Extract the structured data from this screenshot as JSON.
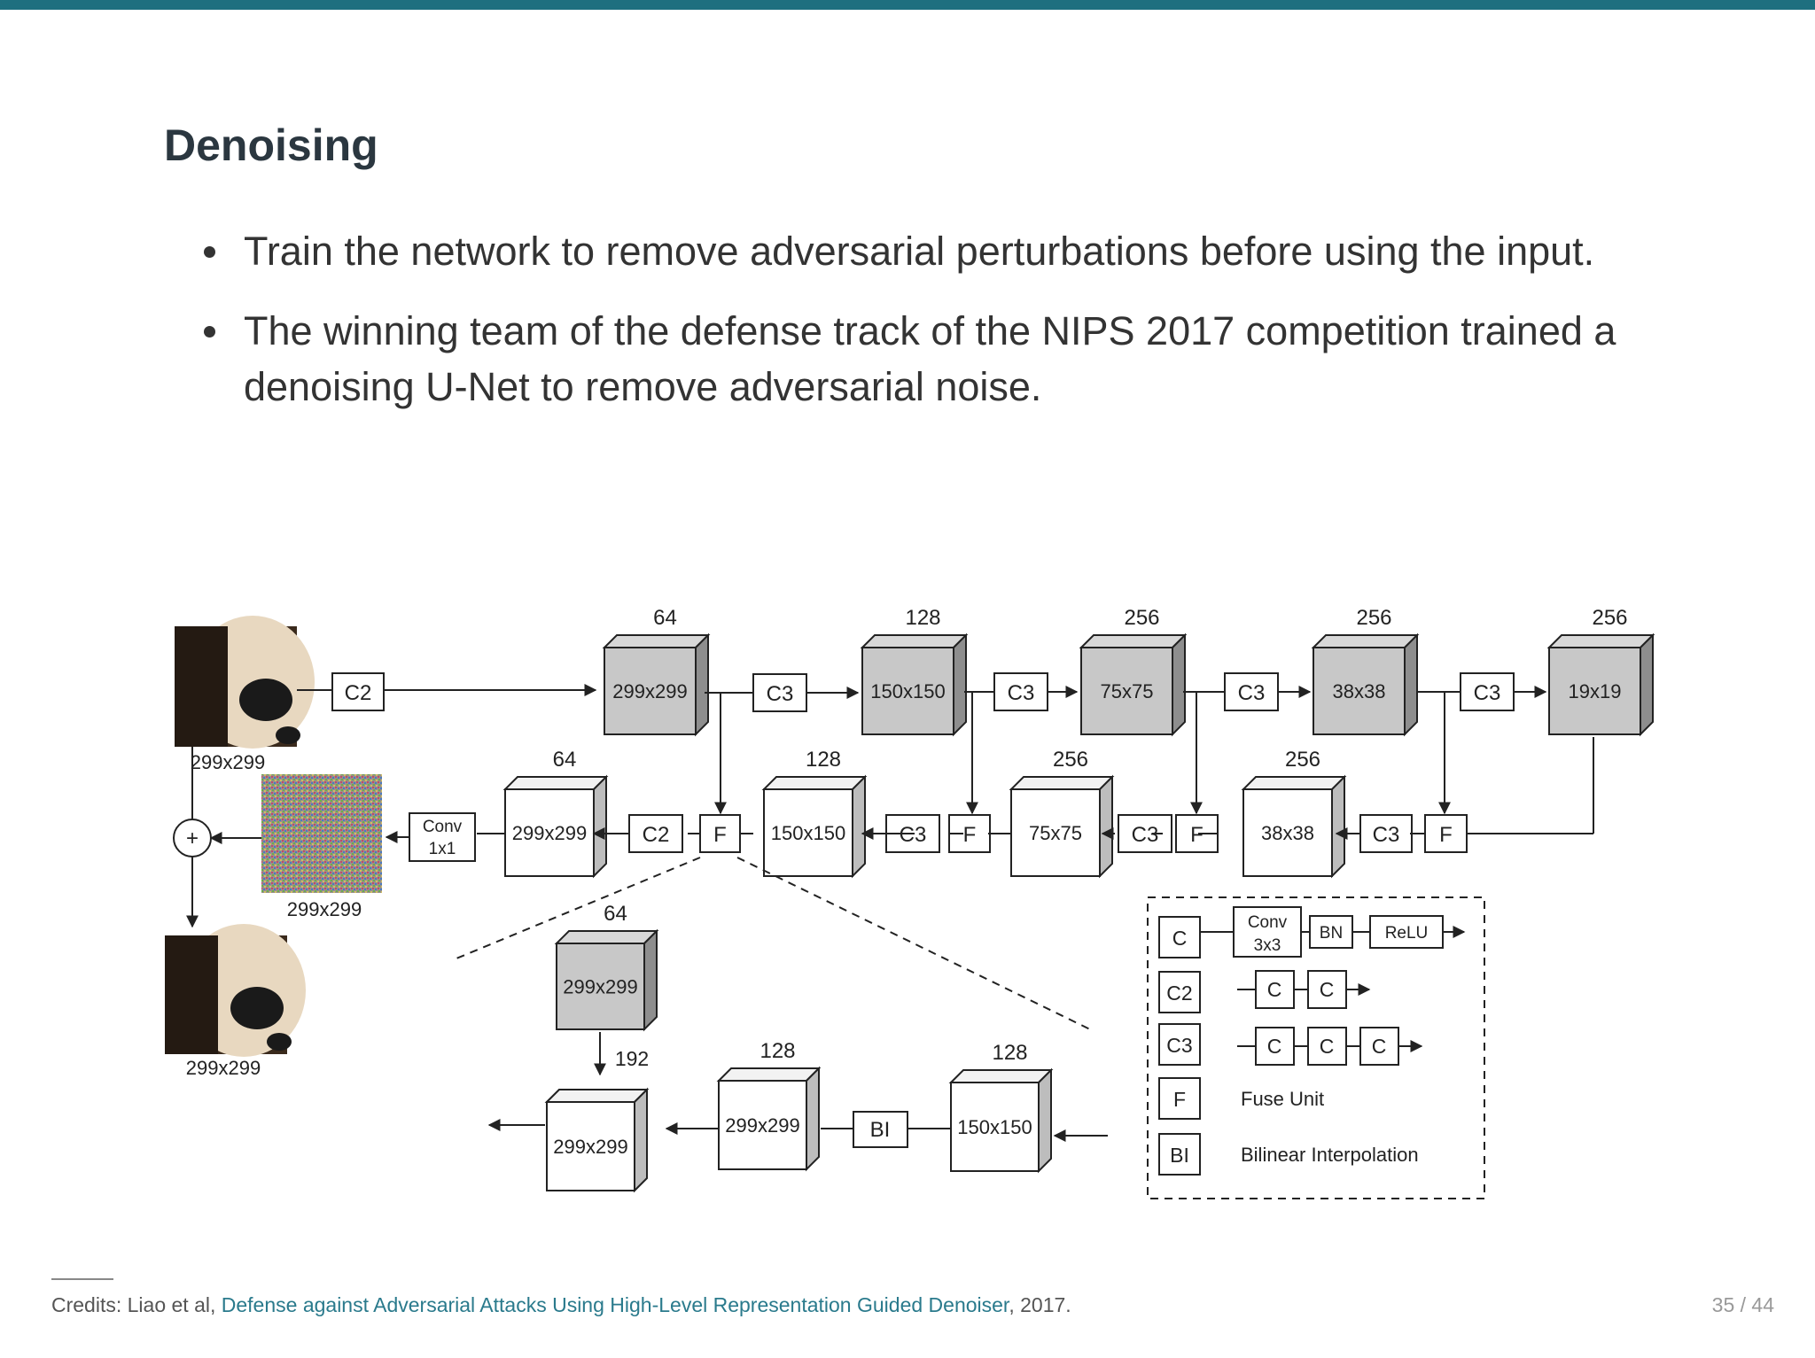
{
  "slide": {
    "title": "Denoising",
    "bullets": [
      "Train the network to remove adversarial perturbations before using the input.",
      "The winning team of the defense track of the NIPS 2017 competition trained a denoising U-Net to remove adversarial noise."
    ]
  },
  "diagram": {
    "top_blocks": [
      {
        "size": "299x299",
        "channels": "64"
      },
      {
        "size": "150x150",
        "channels": "128"
      },
      {
        "size": "75x75",
        "channels": "256"
      },
      {
        "size": "38x38",
        "channels": "256"
      },
      {
        "size": "19x19",
        "channels": "256"
      }
    ],
    "mid_blocks": [
      {
        "size": "299x299",
        "channels": "64"
      },
      {
        "size": "150x150",
        "channels": "128"
      },
      {
        "size": "75x75",
        "channels": "256"
      },
      {
        "size": "38x38",
        "channels": "256"
      }
    ],
    "images": {
      "input": "299x299",
      "noise": "299x299",
      "output": "299x299"
    },
    "ops": {
      "c2": "C2",
      "c3": "C3",
      "f": "F",
      "conv1": "Conv",
      "conv1b": "1x1",
      "bi": "BI",
      "plus": "+"
    },
    "fuse_detail": {
      "gray_block": {
        "size": "299x299",
        "channels": "64"
      },
      "concat_label": "192",
      "out_block": "299x299",
      "mid_block": {
        "size": "299x299",
        "channels": "128"
      },
      "in_block": {
        "size": "150x150",
        "channels": "128"
      }
    },
    "legend": [
      {
        "key": "C",
        "desc": ""
      },
      {
        "key": "C2",
        "desc": ""
      },
      {
        "key": "C3",
        "desc": ""
      },
      {
        "key": "F",
        "desc": "Fuse Unit"
      },
      {
        "key": "BI",
        "desc": "Bilinear Interpolation"
      }
    ],
    "legend_conv": [
      "Conv",
      "3x3"
    ],
    "legend_bn": "BN",
    "legend_relu": "ReLU",
    "legend_c": "C"
  },
  "footer": {
    "credits_prefix": "Credits: Liao et al, ",
    "credits_link": "Defense against Adversarial Attacks Using High-Level Representation Guided Denoiser",
    "credits_suffix": ", 2017.",
    "page": "35 / 44"
  },
  "colors": {
    "accent": "#1e6f7f",
    "link": "#2a7a8c",
    "block_gray": "#c8c8c8"
  }
}
